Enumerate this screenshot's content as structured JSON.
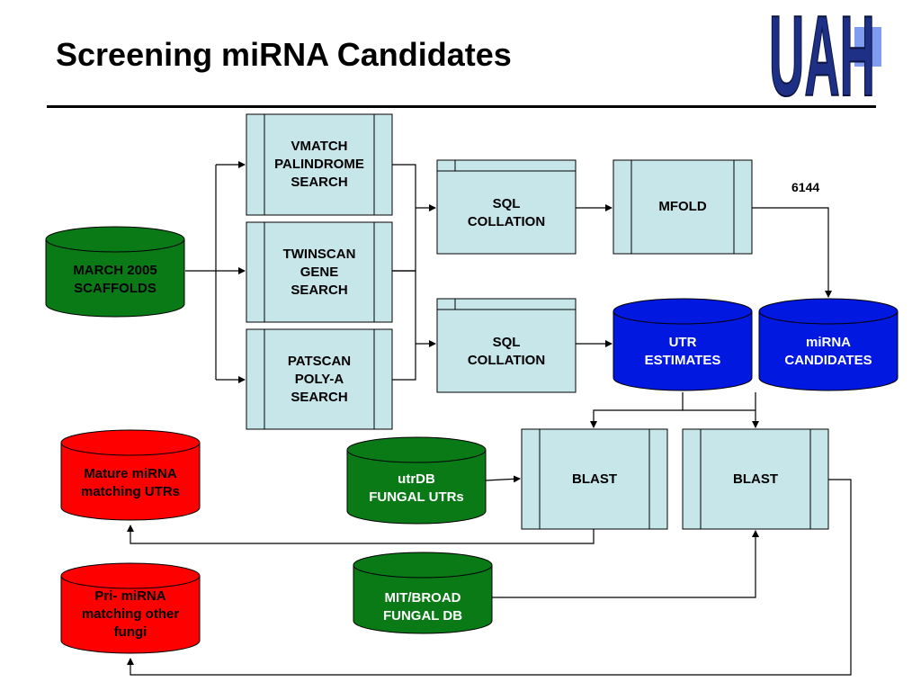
{
  "slide": {
    "title": "Screening miRNA Candidates",
    "logo_text": "UAH"
  },
  "colors": {
    "process_fill": "#c7e6ea",
    "green": "#0a7a17",
    "blue": "#0018e0",
    "red": "#ff0000",
    "logo": "#1e2f86",
    "logo_accent": "#7f9cf0"
  },
  "nodes": {
    "vmatch": [
      "VMATCH",
      "PALINDROME",
      "SEARCH"
    ],
    "twinscan": [
      "TWINSCAN",
      "GENE",
      "SEARCH"
    ],
    "patscan": [
      "PATSCAN",
      "POLY-A",
      "SEARCH"
    ],
    "sql_top": [
      "SQL",
      "COLLATION"
    ],
    "sql_bottom": [
      "SQL",
      "COLLATION"
    ],
    "mfold": [
      "MFOLD"
    ],
    "blast_left": [
      "BLAST"
    ],
    "blast_right": [
      "BLAST"
    ],
    "march": [
      "MARCH 2005",
      "SCAFFOLDS"
    ],
    "utr": [
      "UTR",
      "ESTIMATES"
    ],
    "mirna": [
      "miRNA",
      "CANDIDATES"
    ],
    "utrdb": [
      "utrDB",
      "FUNGAL UTRs"
    ],
    "mitbroad": [
      "MIT/BROAD",
      "FUNGAL DB"
    ],
    "mature": [
      "Mature miRNA",
      "matching UTRs"
    ],
    "primirna": [
      "Pri- miRNA",
      "matching other",
      "fungi"
    ]
  },
  "count_label": "6144"
}
